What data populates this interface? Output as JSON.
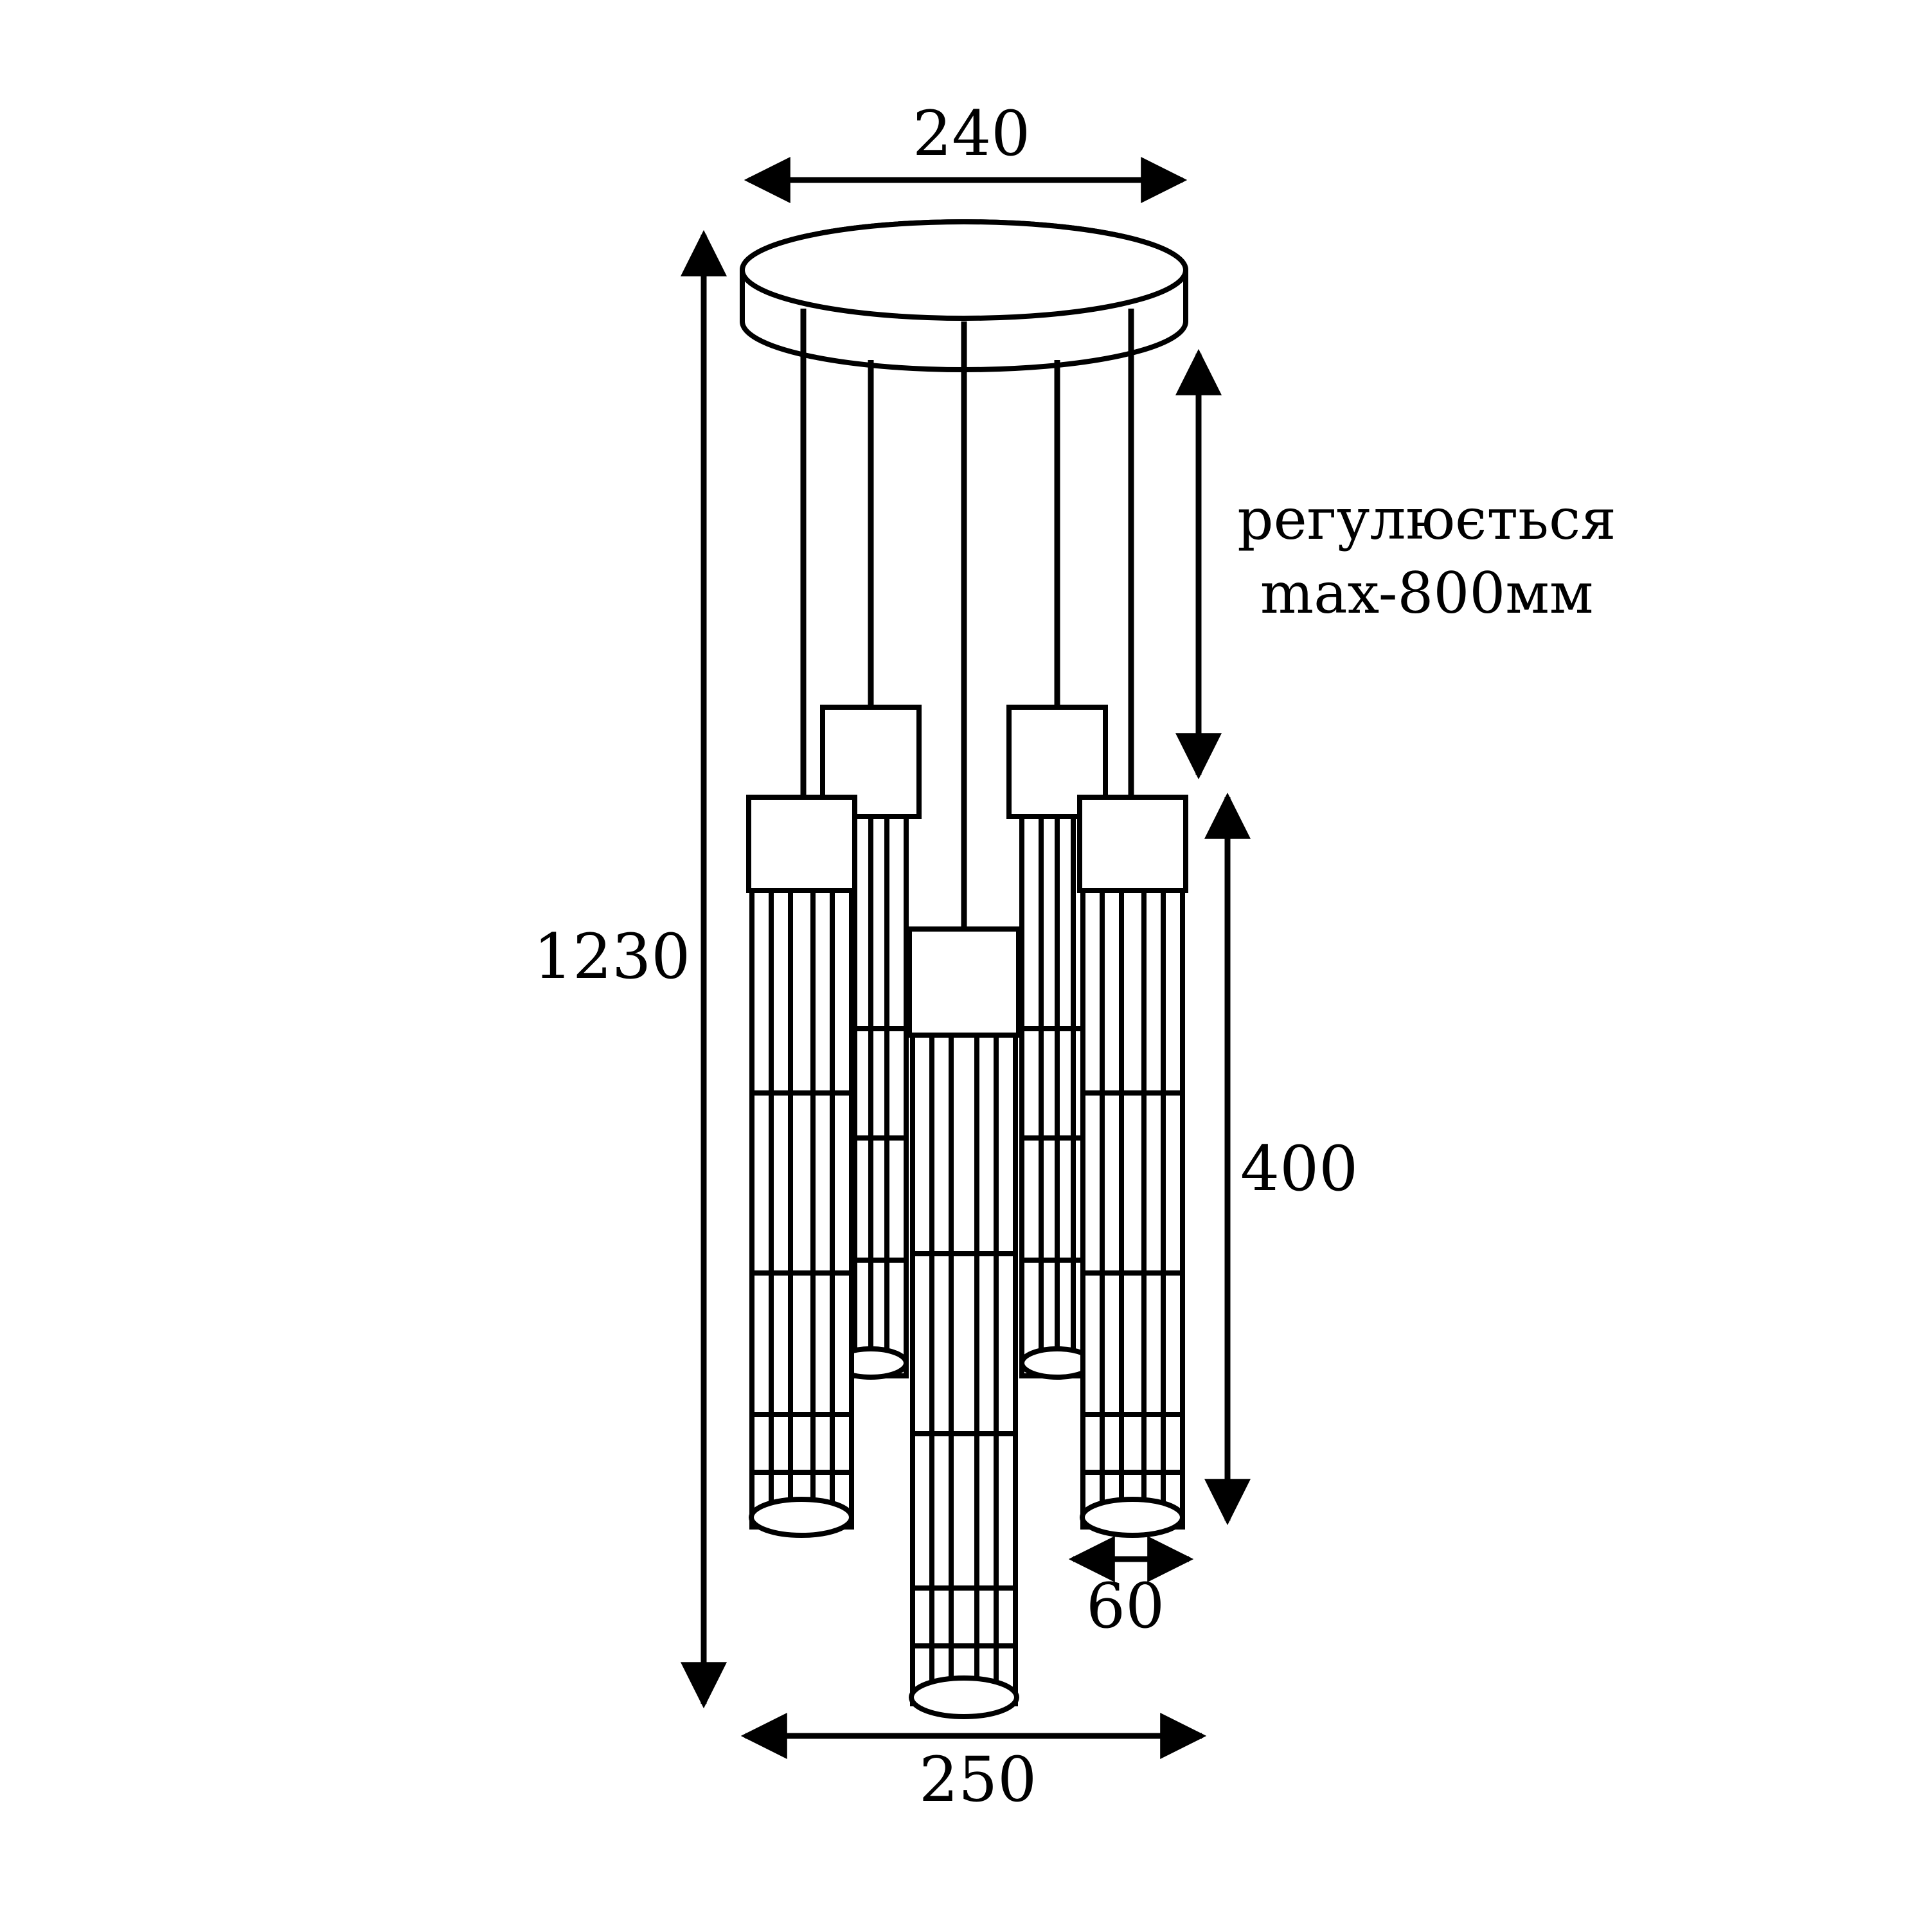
{
  "dimensions": {
    "canopy_width": "240",
    "total_height": "1230",
    "body_height": "400",
    "shade_diameter": "60",
    "spread_width": "250"
  },
  "adjustable_note": {
    "line1": "регулюється",
    "line2": "max-800мм"
  },
  "colors": {
    "ink": "#000000",
    "paper": "#ffffff"
  }
}
